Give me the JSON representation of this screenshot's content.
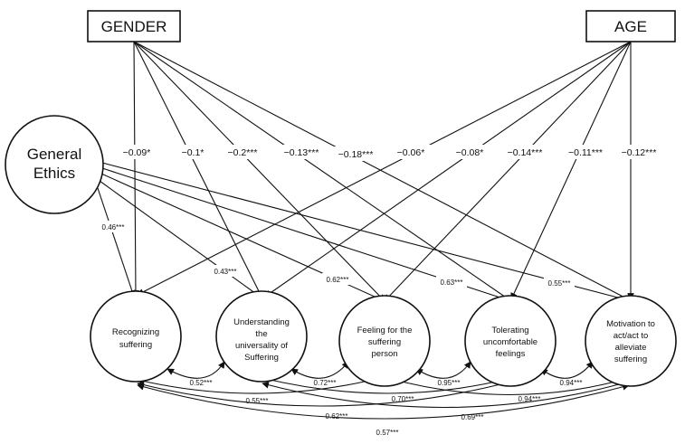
{
  "nodes": {
    "gender": "GENDER",
    "age": "AGE",
    "general_ethics": [
      "General",
      "Ethics"
    ],
    "recognizing": [
      "Recognizing",
      "suffering"
    ],
    "understanding": [
      "Understanding",
      "the",
      "universality of",
      "Suffering"
    ],
    "feeling": [
      "Feeling for the",
      "suffering",
      "person"
    ],
    "tolerating": [
      "Tolerating",
      "uncomfortable",
      "feelings"
    ],
    "motivation": [
      "Motivation to",
      "act/act to",
      "alleviate",
      "suffering"
    ]
  },
  "gender_paths": [
    {
      "target": "Recognizing suffering",
      "label": "−0.09*"
    },
    {
      "target": "Understanding the universality of Suffering",
      "label": "−0.1*"
    },
    {
      "target": "Feeling for the suffering person",
      "label": "−0.2***"
    },
    {
      "target": "Tolerating uncomfortable feelings",
      "label": "−0.13***"
    },
    {
      "target": "Motivation to act/act to alleviate suffering",
      "label": "−0.18***"
    }
  ],
  "age_paths": [
    {
      "target": "Recognizing suffering",
      "label": "−0.06*"
    },
    {
      "target": "Understanding the universality of Suffering",
      "label": "−0.08*"
    },
    {
      "target": "Feeling for the suffering person",
      "label": "−0.14***"
    },
    {
      "target": "Tolerating uncomfortable feelings",
      "label": "−0.11***"
    },
    {
      "target": "Motivation to act/act to alleviate suffering",
      "label": "−0.12***"
    }
  ],
  "ethics_paths": [
    {
      "target": "Recognizing suffering",
      "label": "0.46***"
    },
    {
      "target": "Understanding the universality of Suffering",
      "label": "0.43***"
    },
    {
      "target": "Feeling for the suffering person",
      "label": "0.62***"
    },
    {
      "target": "Tolerating uncomfortable feelings",
      "label": "0.63***"
    },
    {
      "target": "Motivation to act/act to alleviate suffering",
      "label": "0.55***"
    }
  ],
  "correlations": [
    {
      "pair": "Recognizing–Understanding",
      "label": "0.52***"
    },
    {
      "pair": "Understanding–Feeling",
      "label": "0.72***"
    },
    {
      "pair": "Feeling–Tolerating",
      "label": "0.95***"
    },
    {
      "pair": "Tolerating–Motivation",
      "label": "0.94***"
    },
    {
      "pair": "Recognizing–Feeling",
      "label": "0.55***"
    },
    {
      "pair": "Understanding–Tolerating",
      "label": "0.70***"
    },
    {
      "pair": "Feeling–Motivation",
      "label": "0.94***"
    },
    {
      "pair": "Recognizing–Tolerating",
      "label": "0.62***"
    },
    {
      "pair": "Understanding–Motivation",
      "label": "0.69***"
    },
    {
      "pair": "Recognizing–Motivation",
      "label": "0.57***"
    }
  ]
}
